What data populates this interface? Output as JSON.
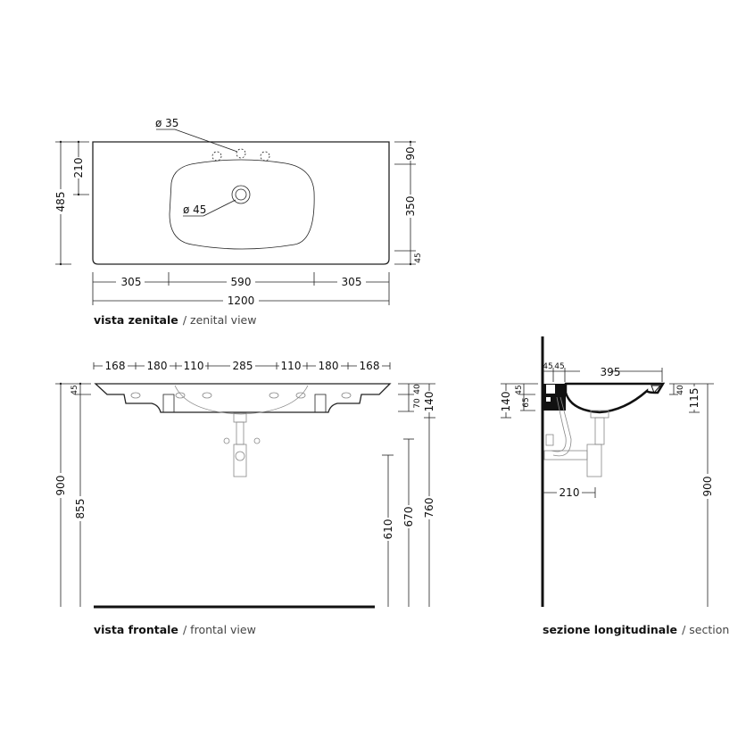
{
  "top_view": {
    "caption_bold": "vista zenitale",
    "caption_rest": "/ zenital view",
    "tap_hole_label": "ø 35",
    "drain_label": "ø 45",
    "dims": {
      "depth": "485",
      "tap_offset": "210",
      "back": "90",
      "basin": "350",
      "front": "45",
      "side_left": "305",
      "basin_width": "590",
      "side_right": "305",
      "total_width": "1200"
    }
  },
  "front_view": {
    "caption_bold": "vista frontale",
    "caption_rest": "/ frontal view",
    "top_dims": [
      "168",
      "180",
      "110",
      "285",
      "110",
      "180",
      "168"
    ],
    "dims": {
      "total_height": "900",
      "under_height": "855",
      "slab": "45",
      "d40": "40",
      "d70": "70",
      "d140": "140",
      "h610": "610",
      "h670": "670",
      "h760": "760"
    }
  },
  "section_view": {
    "caption_bold": "sezione longitudinale",
    "caption_rest": "/ section",
    "dims": {
      "w45a": "45",
      "w45b": "45",
      "w395": "395",
      "h140": "140",
      "h45": "45",
      "h65": "65",
      "h40": "40",
      "h115": "115",
      "h900": "900",
      "d210": "210"
    }
  }
}
